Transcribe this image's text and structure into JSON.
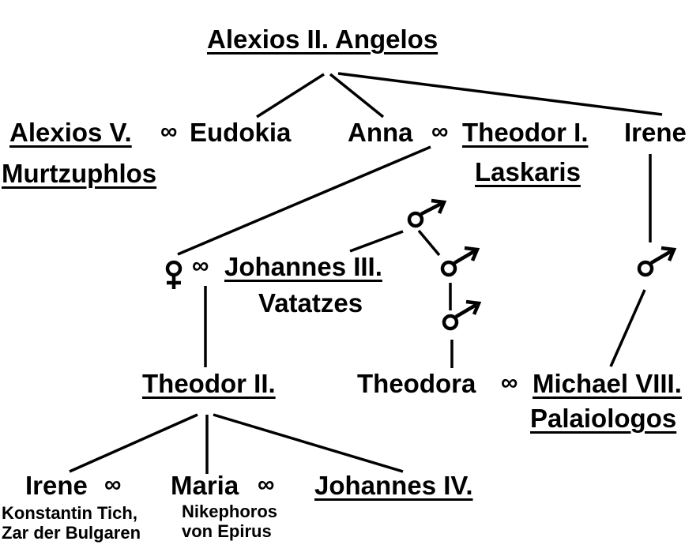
{
  "marriage_symbol": "∞",
  "icons": {
    "male": "male-symbol",
    "female": "female-symbol"
  },
  "people": {
    "alexios_iii": "Alexios II. Angelos",
    "alexios_v": "Alexios V.",
    "alexios_v_epithet": "Murtzuphlos",
    "eudokia": "Eudokia",
    "anna": "Anna",
    "theodor_i": "Theodor I.",
    "theodor_i_epithet": "Laskaris",
    "irene_top": "Irene",
    "johannes_iii": "Johannes III.",
    "johannes_iii_epithet": "Vatatzes",
    "theodor_ii": "Theodor II.",
    "theodora": "Theodora",
    "michael_viii": "Michael VIII.",
    "michael_viii_epithet": "Palaiologos",
    "irene_bottom": "Irene",
    "irene_spouse_1": "Konstantin Tich,",
    "irene_spouse_2": "Zar der Bulgaren",
    "maria": "Maria",
    "maria_spouse_1": "Nikephoros",
    "maria_spouse_2": "von Epirus",
    "johannes_iv": "Johannes IV."
  }
}
